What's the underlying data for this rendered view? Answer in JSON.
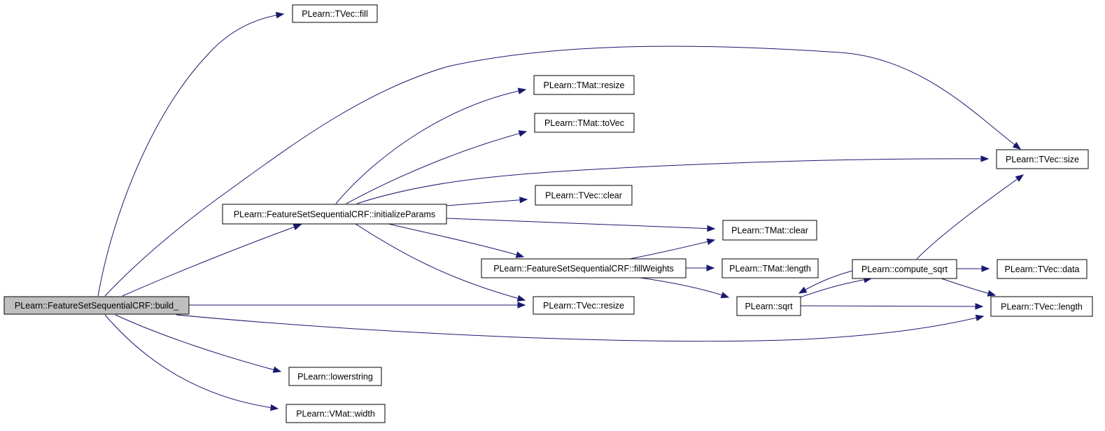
{
  "diagram": {
    "nodes": [
      {
        "id": "build",
        "label": "PLearn::FeatureSetSequentialCRF::build_",
        "highlight": true
      },
      {
        "id": "tvec_fill",
        "label": "PLearn::TVec::fill"
      },
      {
        "id": "initparams",
        "label": "PLearn::FeatureSetSequentialCRF::initializeParams"
      },
      {
        "id": "tvec_resize",
        "label": "PLearn::TVec::resize"
      },
      {
        "id": "tvec_length",
        "label": "PLearn::TVec::length"
      },
      {
        "id": "lowerstring",
        "label": "PLearn::lowerstring"
      },
      {
        "id": "vmat_width",
        "label": "PLearn::VMat::width"
      },
      {
        "id": "tvec_size",
        "label": "PLearn::TVec::size"
      },
      {
        "id": "tmat_resize",
        "label": "PLearn::TMat::resize"
      },
      {
        "id": "tmat_tovec",
        "label": "PLearn::TMat::toVec"
      },
      {
        "id": "tvec_clear",
        "label": "PLearn::TVec::clear"
      },
      {
        "id": "tmat_clear",
        "label": "PLearn::TMat::clear"
      },
      {
        "id": "fillweights",
        "label": "PLearn::FeatureSetSequentialCRF::fillWeights"
      },
      {
        "id": "tmat_length",
        "label": "PLearn::TMat::length"
      },
      {
        "id": "sqrt",
        "label": "PLearn::sqrt"
      },
      {
        "id": "compute_sqrt",
        "label": "PLearn::compute_sqrt"
      },
      {
        "id": "tvec_data",
        "label": "PLearn::TVec::data"
      }
    ],
    "edges": [
      {
        "from": "build",
        "to": "tvec_fill"
      },
      {
        "from": "build",
        "to": "initparams"
      },
      {
        "from": "build",
        "to": "tvec_resize"
      },
      {
        "from": "build",
        "to": "tvec_length"
      },
      {
        "from": "build",
        "to": "lowerstring"
      },
      {
        "from": "build",
        "to": "vmat_width"
      },
      {
        "from": "build",
        "to": "tvec_size"
      },
      {
        "from": "initparams",
        "to": "tmat_resize"
      },
      {
        "from": "initparams",
        "to": "tmat_tovec"
      },
      {
        "from": "initparams",
        "to": "tvec_size"
      },
      {
        "from": "initparams",
        "to": "tvec_clear"
      },
      {
        "from": "initparams",
        "to": "tmat_clear"
      },
      {
        "from": "initparams",
        "to": "fillweights"
      },
      {
        "from": "initparams",
        "to": "tvec_resize"
      },
      {
        "from": "fillweights",
        "to": "tmat_clear"
      },
      {
        "from": "fillweights",
        "to": "tmat_length"
      },
      {
        "from": "fillweights",
        "to": "sqrt"
      },
      {
        "from": "sqrt",
        "to": "compute_sqrt"
      },
      {
        "from": "sqrt",
        "to": "tvec_length"
      },
      {
        "from": "compute_sqrt",
        "to": "sqrt"
      },
      {
        "from": "compute_sqrt",
        "to": "tvec_size"
      },
      {
        "from": "compute_sqrt",
        "to": "tvec_data"
      },
      {
        "from": "compute_sqrt",
        "to": "tvec_length"
      }
    ],
    "colors": {
      "edge": "#191970",
      "highlight_fill": "#bfbfbf",
      "node_fill": "#ffffff",
      "border": "#000000"
    }
  }
}
